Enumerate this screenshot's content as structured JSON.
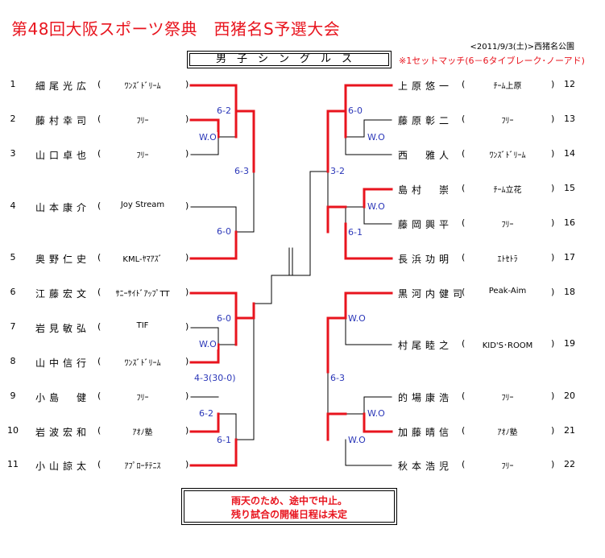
{
  "title": "第48回大阪スポーツ祭典　西猪名S予選大会",
  "date_venue": "<2011/9/3(土)>西猪名公園",
  "section": "男子シングルス",
  "rule": "※1セットマッチ(6－6タイブレーク･ノーアド)",
  "notice": [
    "雨天のため、途中で中止。",
    "残り試合の開催日程は未定"
  ],
  "left_players": [
    {
      "no": "1",
      "name": "細尾光広",
      "club": "ﾜﾝｽﾞﾄﾞﾘｰﾑ"
    },
    {
      "no": "2",
      "name": "藤村幸司",
      "club": "ﾌﾘｰ"
    },
    {
      "no": "3",
      "name": "山口卓也",
      "club": "ﾌﾘｰ"
    },
    {
      "no": "4",
      "name": "山本康介",
      "club": "Joy Stream"
    },
    {
      "no": "5",
      "name": "奥野仁史",
      "club": "KML-ﾔﾏｱｽﾞ"
    },
    {
      "no": "6",
      "name": "江藤宏文",
      "club": "ｻﾆｰｻｲﾄﾞｱｯﾌﾟTT"
    },
    {
      "no": "7",
      "name": "岩見敏弘",
      "club": "TIF"
    },
    {
      "no": "8",
      "name": "山中信行",
      "club": "ﾜﾝｽﾞﾄﾞﾘｰﾑ"
    },
    {
      "no": "9",
      "name": "小島　健",
      "club": "ﾌﾘｰ"
    },
    {
      "no": "10",
      "name": "岩波宏和",
      "club": "ｱｵﾉ塾"
    },
    {
      "no": "11",
      "name": "小山諒太",
      "club": "ｱﾌﾟﾛｰﾁﾃﾆｽ"
    }
  ],
  "right_players": [
    {
      "no": "12",
      "name": "上原悠一",
      "club": "ﾁｰﾑ上原"
    },
    {
      "no": "13",
      "name": "藤原彰二",
      "club": "ﾌﾘｰ"
    },
    {
      "no": "14",
      "name": "西　雅人",
      "club": "ﾜﾝｽﾞﾄﾞﾘｰﾑ"
    },
    {
      "no": "15",
      "name": "島村　崇",
      "club": "ﾁｰﾑ立花"
    },
    {
      "no": "16",
      "name": "藤岡興平",
      "club": "ﾌﾘｰ"
    },
    {
      "no": "17",
      "name": "長浜功明",
      "club": "ｴﾄｾﾄﾗ"
    },
    {
      "no": "18",
      "name": "黒河内健司",
      "club": "Peak-Aim"
    },
    {
      "no": "19",
      "name": "村尾睦之",
      "club": "KID'S･ROOM"
    },
    {
      "no": "20",
      "name": "的場康浩",
      "club": "ﾌﾘｰ"
    },
    {
      "no": "21",
      "name": "加藤晴信",
      "club": "ｱｵﾉ塾"
    },
    {
      "no": "22",
      "name": "秋本浩児",
      "club": "ﾌﾘｰ"
    }
  ],
  "scores": {
    "l_2v3": "W.O",
    "l_1v23": "6-2",
    "l_4v5": "6-0",
    "l_qf_top": "6-3",
    "l_7v8": "W.O",
    "l_6v78": "6-0",
    "l_9v10": "6-2",
    "l_910v11": "6-1",
    "l_qf_bot": "4-3(30-0)",
    "r_13v14": "W.O",
    "r_12v1314": "6-0",
    "r_15v16": "W.O",
    "r_1516v17": "6-1",
    "r_qf_top": "3-2",
    "r_18v19": "W.O",
    "r_20v21": "W.O",
    "r_2021v22": "W.O",
    "r_qf_bot": "6-3"
  }
}
